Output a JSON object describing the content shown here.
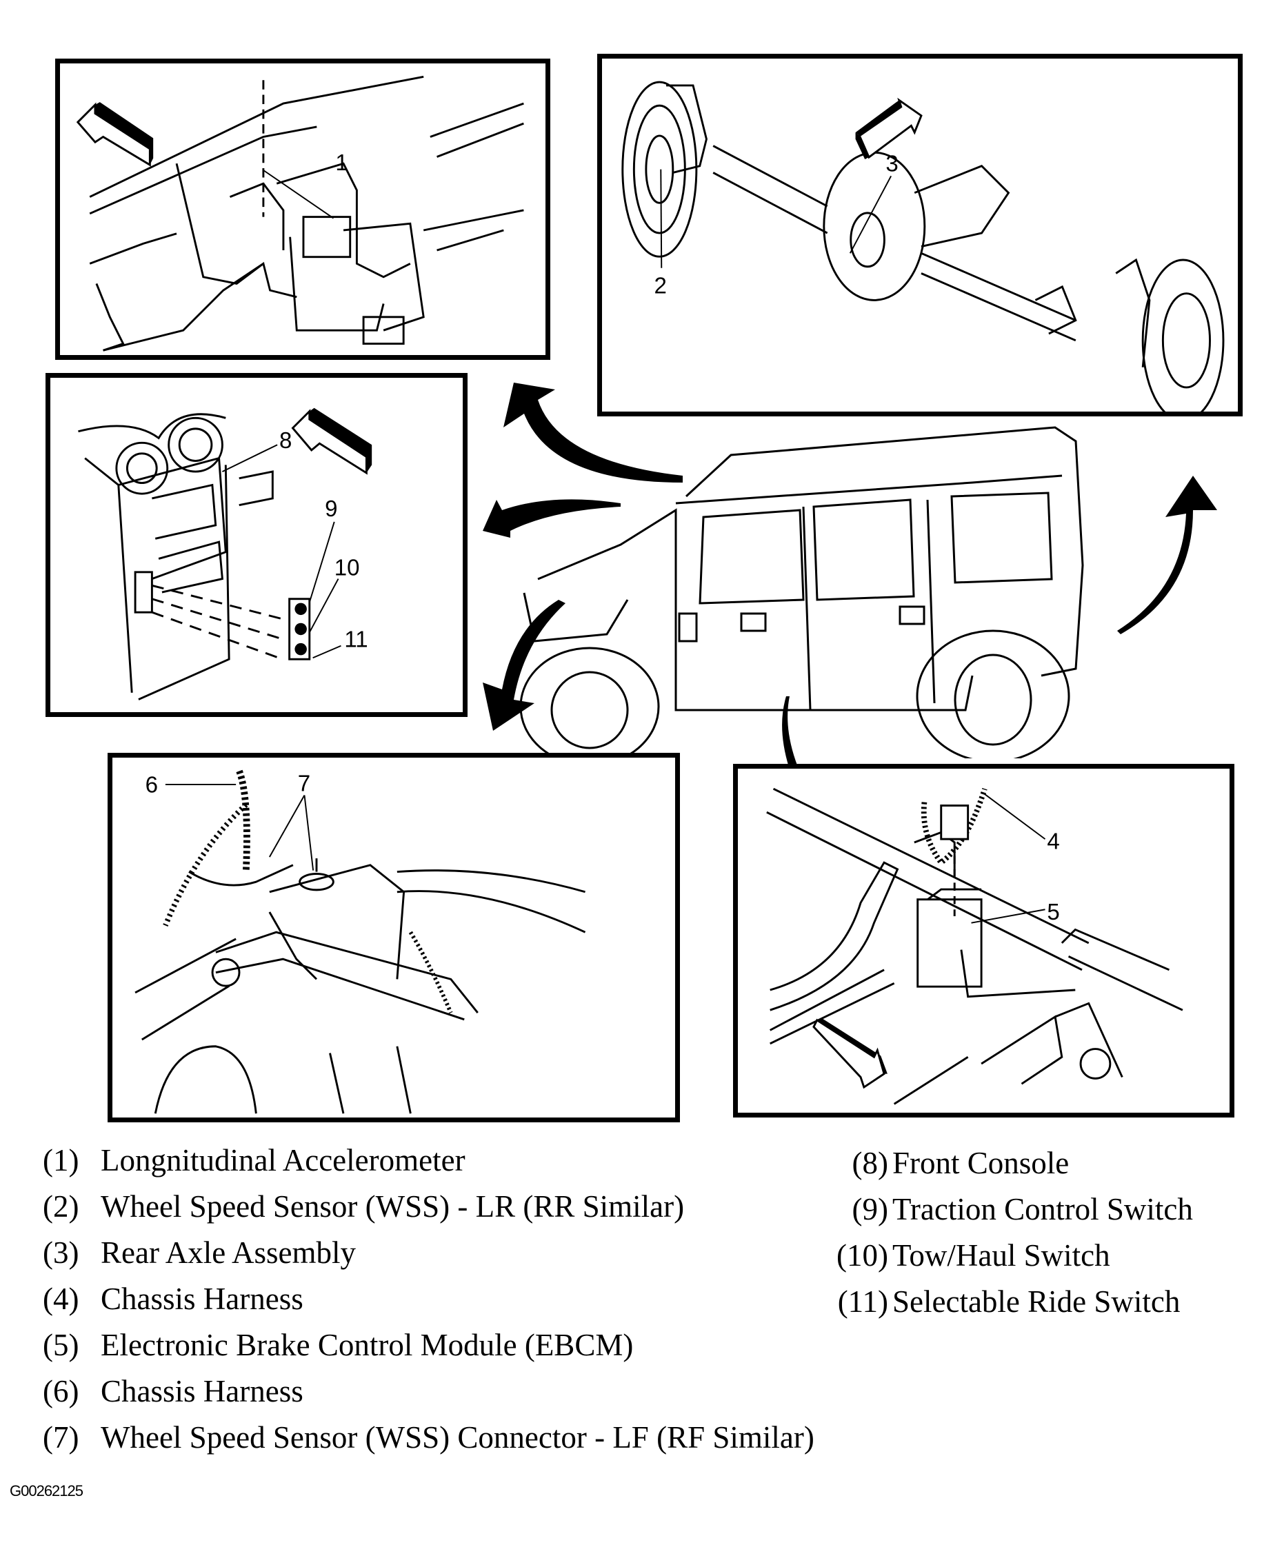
{
  "figure_id": "G00262125",
  "callouts": {
    "c1": "1",
    "c2": "2",
    "c3": "3",
    "c4": "4",
    "c5": "5",
    "c6": "6",
    "c7": "7",
    "c8": "8",
    "c9": "9",
    "c10": "10",
    "c11": "11"
  },
  "panels": [
    {
      "id": "longitudinal-accelerometer",
      "callouts": [
        "1"
      ]
    },
    {
      "id": "rear-axle",
      "callouts": [
        "2",
        "3"
      ]
    },
    {
      "id": "front-console",
      "callouts": [
        "8",
        "9",
        "10",
        "11"
      ]
    },
    {
      "id": "front-suspension",
      "callouts": [
        "6",
        "7"
      ]
    },
    {
      "id": "ebcm-frame",
      "callouts": [
        "4",
        "5"
      ]
    }
  ],
  "legend": {
    "left": [
      {
        "num": "(1)",
        "label": "Longnitudinal Accelerometer"
      },
      {
        "num": "(2)",
        "label": "Wheel Speed Sensor (WSS) - LR (RR Similar)"
      },
      {
        "num": "(3)",
        "label": "Rear Axle Assembly"
      },
      {
        "num": "(4)",
        "label": "Chassis Harness"
      },
      {
        "num": "(5)",
        "label": "Electronic Brake Control Module (EBCM)"
      },
      {
        "num": "(6)",
        "label": "Chassis Harness"
      },
      {
        "num": "(7)",
        "label": "Wheel Speed Sensor (WSS) Connector - LF (RF Similar)"
      }
    ],
    "right": [
      {
        "num": "(8)",
        "label": "Front Console"
      },
      {
        "num": "(9)",
        "label": "Traction Control Switch"
      },
      {
        "num": "(10)",
        "label": "Tow/Haul Switch"
      },
      {
        "num": "(11)",
        "label": "Selectable Ride Switch"
      }
    ]
  }
}
